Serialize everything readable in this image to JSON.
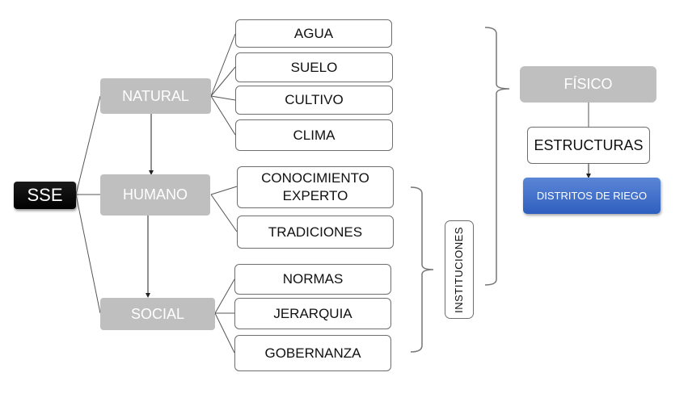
{
  "root": {
    "label": "SSE"
  },
  "categories": {
    "natural": "NATURAL",
    "humano": "HUMANO",
    "social": "SOCIAL"
  },
  "natural_items": [
    "AGUA",
    "SUELO",
    "CULTIVO",
    "CLIMA"
  ],
  "humano_items": [
    "CONOCIMIENTO EXPERTO",
    "TRADICIONES"
  ],
  "social_items": [
    "NORMAS",
    "JERARQUIA",
    "GOBERNANZA"
  ],
  "groups": {
    "instituciones": "INSTITUCIONES",
    "fisico": "FÍSICO",
    "estructuras": "ESTRUCTURAS",
    "distritos": "DISTRITOS DE RIEGO"
  },
  "colors": {
    "category_fill": "#bfbfbf",
    "root_fill": "#000000",
    "highlight_fill": "#3b6cc9"
  }
}
